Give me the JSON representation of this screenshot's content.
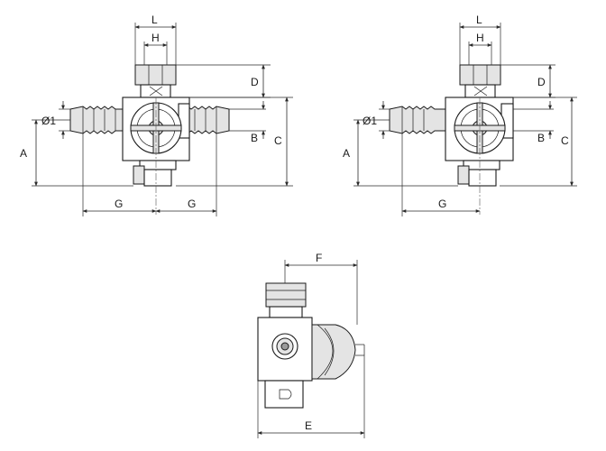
{
  "labels": {
    "L": "L",
    "H": "H",
    "D": "D",
    "O1": "Ø1",
    "A": "A",
    "B": "B",
    "C": "C",
    "G": "G",
    "F": "F",
    "E": "E"
  },
  "colors": {
    "line": "#1a1a1a",
    "shade": "#e4e4e4",
    "dark": "#9a9a9a"
  }
}
